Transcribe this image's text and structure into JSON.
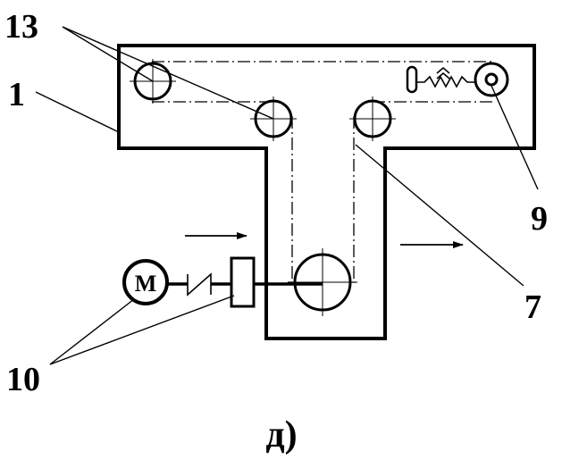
{
  "labels": {
    "frame": "1",
    "pulleys": "13",
    "tensioner": "9",
    "chain": "7",
    "drive": "10",
    "motor": "M",
    "caption": "д)"
  }
}
